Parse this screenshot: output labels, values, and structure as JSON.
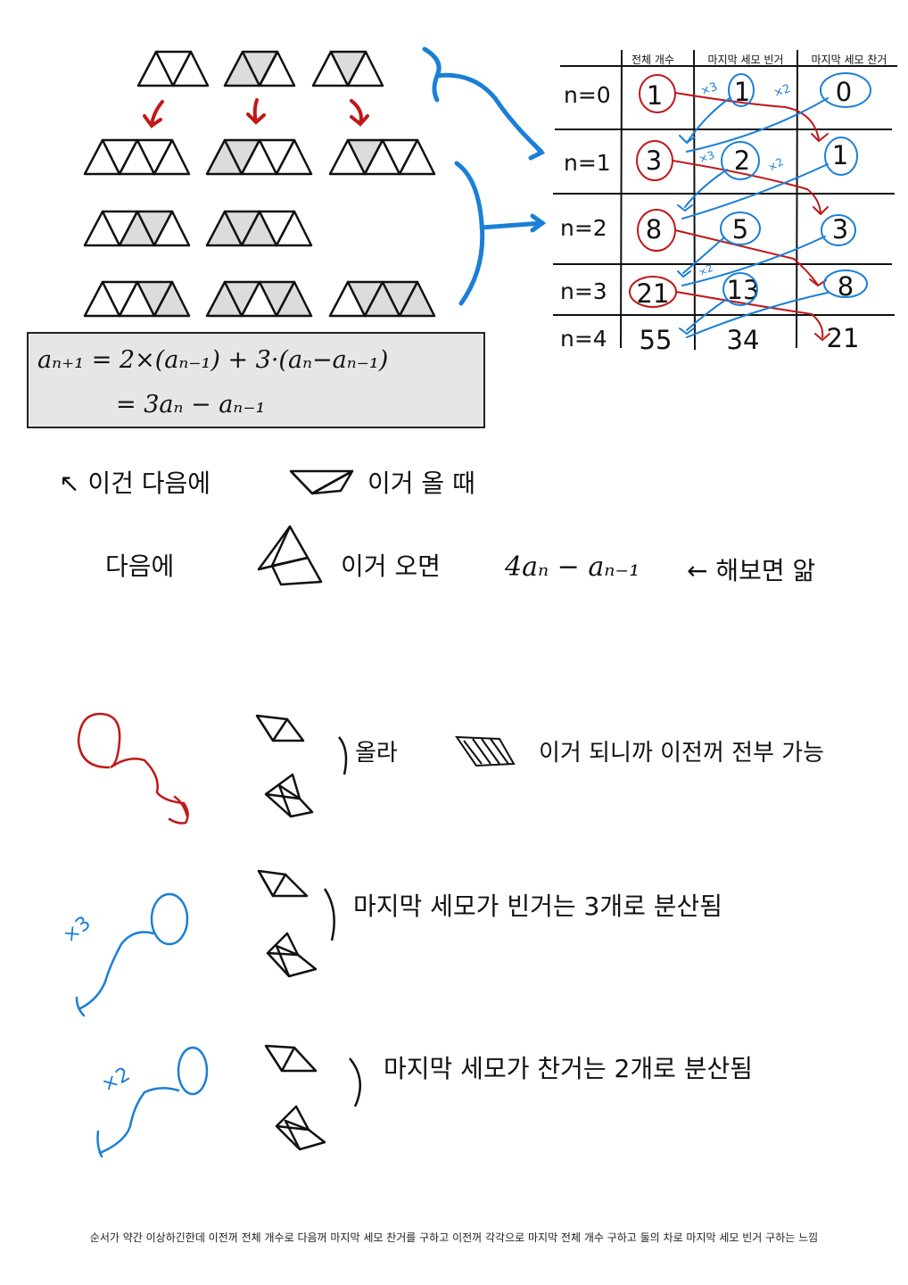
{
  "table": {
    "headers": [
      "전체 개수",
      "마지막 세모 빈거",
      "마지막 세모 찬거"
    ],
    "rows": [
      {
        "label": "n=0",
        "total": "1",
        "empty": "1",
        "filled": "0"
      },
      {
        "label": "n=1",
        "total": "3",
        "empty": "2",
        "filled": "1"
      },
      {
        "label": "n=2",
        "total": "8",
        "empty": "5",
        "filled": "3"
      },
      {
        "label": "n=3",
        "total": "21",
        "empty": "13",
        "filled": "8"
      },
      {
        "label": "n=4",
        "total": "55",
        "empty": "34",
        "filled": "21"
      }
    ],
    "multipliers": {
      "x3": "×3",
      "x2": "×2"
    }
  },
  "formula": {
    "line1": "aₙ₊₁ = 2×(aₙ₋₁) + 3·(aₙ−aₙ₋₁)",
    "line2": "= 3aₙ − aₙ₋₁"
  },
  "notes": {
    "line1_a": "↖ 이건 다음에",
    "line1_b": "이거 올 때",
    "line2_a": "다음에",
    "line2_b": "이거 오면",
    "line2_c": "4aₙ − aₙ₋₁",
    "line2_d": "← 해보면 앎",
    "line3_a": "올라",
    "line3_b": "이거 되니까 이전꺼 전부 가능",
    "line4": "마지막 세모가 빈거는 3개로 분산됨",
    "line5": "마지막 세모가 찬거는 2개로 분산됨",
    "mult_x3": "×3",
    "mult_x2": "×2"
  },
  "footer": "순서가 약간 이상하긴한데 이전꺼 전체 개수로 다음꺼 마지막 세모 찬거를 구하고 이전꺼 각각으로 마지막 전체 개수 구하고 둘의 차로 마지막 세모 빈거 구하는 느낌",
  "colors": {
    "red": "#c01818",
    "blue": "#1a7fd6",
    "gray": "#dcdcdc",
    "ink": "#111111"
  }
}
